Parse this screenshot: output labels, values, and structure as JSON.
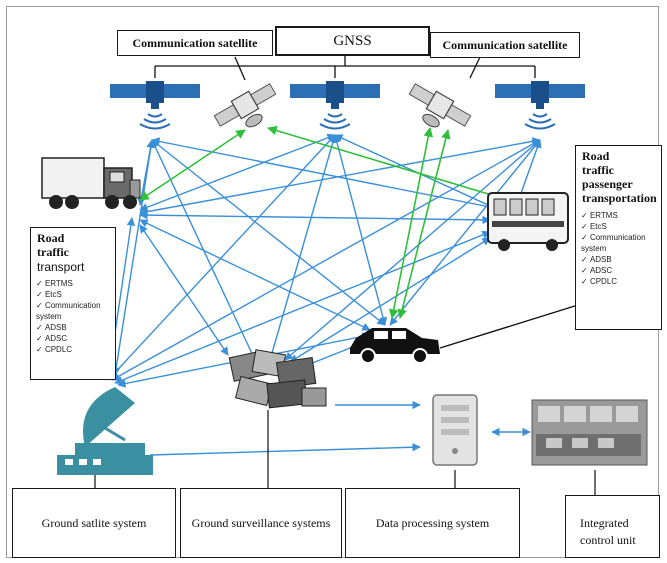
{
  "header": {
    "comm_sat_left": "Communication satellite",
    "gnss": "GNSS",
    "comm_sat_right": "Communication satellite"
  },
  "road_transport": {
    "title_line1": "Road",
    "title_line2": "traffic",
    "title_line3": "transport",
    "items": [
      "ERTMS",
      "EtcS",
      "Communication system",
      "ADSB",
      "ADSC",
      "CPDLC"
    ]
  },
  "passenger": {
    "title_line1": "Road",
    "title_line2": "traffic",
    "title_line3": "passenger",
    "title_line4": "transportation",
    "items": [
      "ERTMS",
      "EtcS",
      "Communication system",
      "ADSB",
      "ADSC",
      "CPDLC"
    ]
  },
  "bottom_boxes": {
    "ground_satellite": "Ground satlite system",
    "ground_surveillance": "Ground surveillance systems",
    "data_processing": "Data processing system",
    "control_unit_line1": "Integrated",
    "control_unit_line2": "control unit"
  },
  "colors": {
    "link_blue": "#3a8fd8",
    "link_green": "#2fbf3a",
    "satellite_panel": "#2d6fb5",
    "ground_station": "#3a8fa0"
  }
}
